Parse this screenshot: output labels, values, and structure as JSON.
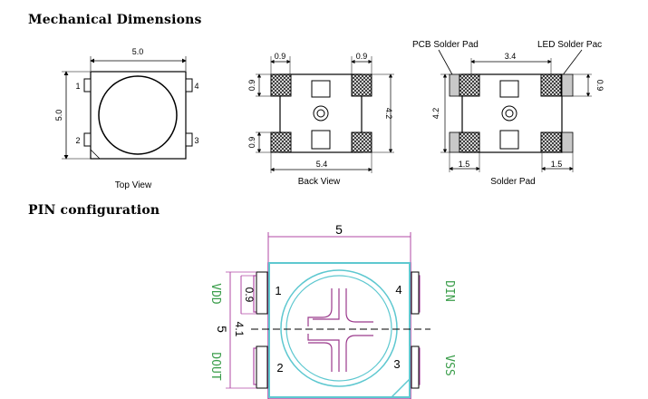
{
  "titles": {
    "mechanical": "Mechanical  Dimensions",
    "pin": "PIN  configuration"
  },
  "top_view": {
    "caption": "Top View",
    "width": "5.0",
    "height": "5.0",
    "pins": [
      "1",
      "2",
      "3",
      "4"
    ]
  },
  "back_view": {
    "caption": "Back View",
    "pad_left": "0.9",
    "pad_right": "0.9",
    "pad_top_h": "0.9",
    "pad_bottom_h": "0.9",
    "height": "4.2",
    "width": "5.4"
  },
  "solder_pad": {
    "caption": "Solder Pad",
    "pcb_label": "PCB Solder Pad",
    "led_label": "LED Solder Pac",
    "span": "3.4",
    "pad_h": "0.9",
    "height": "4.2",
    "left_w": "1.5",
    "right_w": "1.5"
  },
  "pin_config": {
    "width": "5",
    "height": "5",
    "pin_h": "0.9",
    "spacing": "4.1",
    "pins": [
      "1",
      "2",
      "3",
      "4"
    ],
    "signals": {
      "vdd": "VDD",
      "dout": "DOUT",
      "din": "DIN",
      "vss": "VSS"
    }
  }
}
